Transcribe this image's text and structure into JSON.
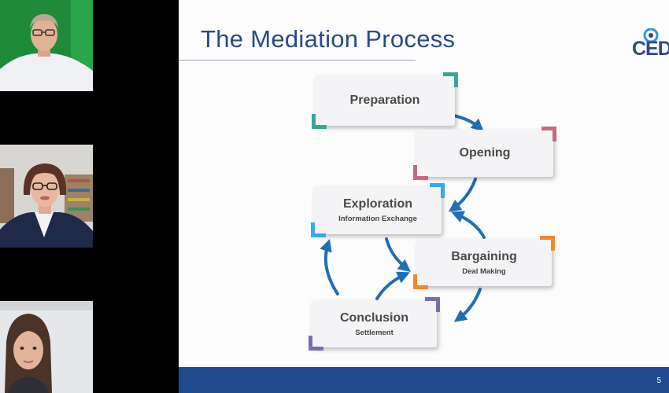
{
  "slide": {
    "title": "The Mediation Process",
    "logo_text": "CED",
    "page_number": "5"
  },
  "steps": [
    {
      "title": "Preparation",
      "subtitle": "",
      "color": "#3aa597"
    },
    {
      "title": "Opening",
      "subtitle": "",
      "color": "#c26b7f"
    },
    {
      "title": "Exploration",
      "subtitle": "Information Exchange",
      "color": "#3aabe3"
    },
    {
      "title": "Bargaining",
      "subtitle": "Deal Making",
      "color": "#f08a2c"
    },
    {
      "title": "Conclusion",
      "subtitle": "Settlement",
      "color": "#7c6db0"
    }
  ],
  "colors": {
    "arrow": "#1f6fb5",
    "title": "#2a4a86",
    "footer": "#1f4a8d"
  }
}
